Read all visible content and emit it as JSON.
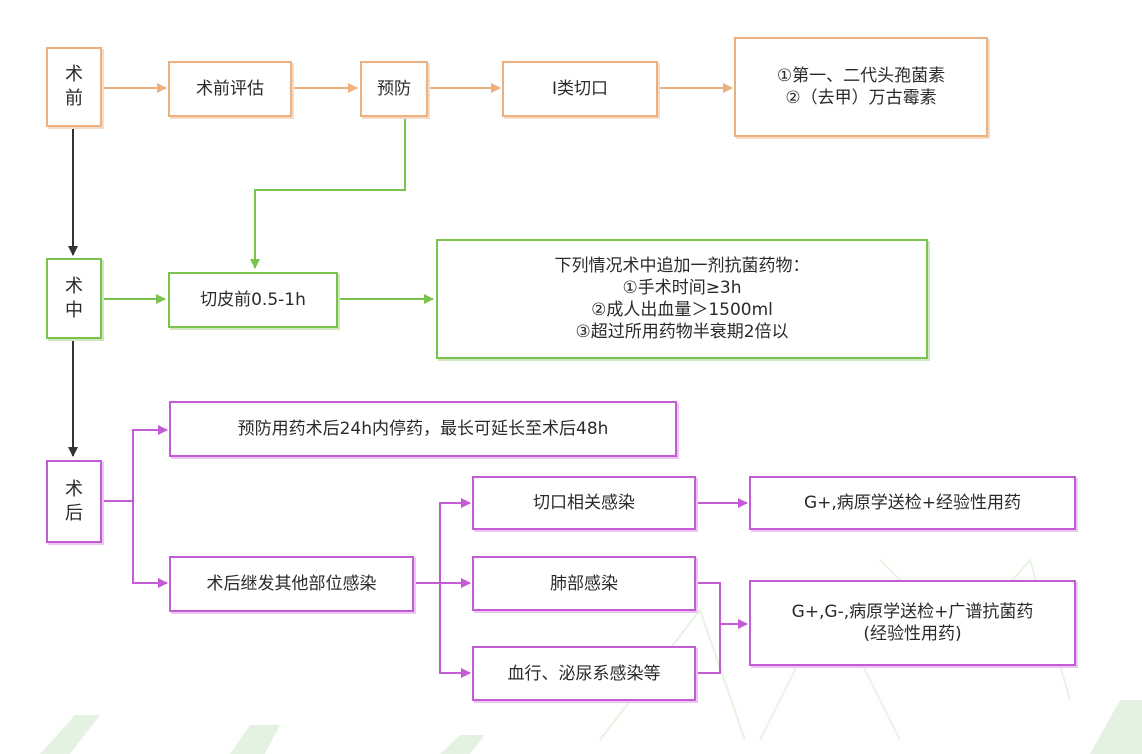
{
  "stages": {
    "pre": [
      "术",
      "前"
    ],
    "intra": [
      "术",
      "中"
    ],
    "post": [
      "术",
      "后"
    ]
  },
  "nodes": {
    "pre_eval": "术前评估",
    "prevention": "预防",
    "incision_class1": "I类切口",
    "pre_drugs": [
      "①第一、二代头孢菌素",
      "②（去甲）万古霉素"
    ],
    "before_incision": "切皮前0.5-1h",
    "redose": [
      "下列情况术中追加一剂抗菌药物：",
      "①手术时间≥3h",
      "②成人出血量＞1500ml",
      "③超过所用药物半衰期2倍以"
    ],
    "post_prophylaxis": "预防用药术后24h内停药，最长可延长至术后48h",
    "post_secondary": "术后继发其他部位感染",
    "incision_infection": "切口相关感染",
    "lung_infection": "肺部感染",
    "blood_urinary_infection": "血行、泌尿系感染等",
    "empirical_g_pos": "G+,病原学送检+经验性用药",
    "broad_spectrum": [
      "G+,G-,病原学送检+广谱抗菌药",
      "(经验性用药)"
    ]
  },
  "colors": {
    "orange": "#EDB07F",
    "green": "#7CC24F",
    "purple": "#C45BD6",
    "black": "#333333",
    "watermark": "#dff2dc"
  }
}
